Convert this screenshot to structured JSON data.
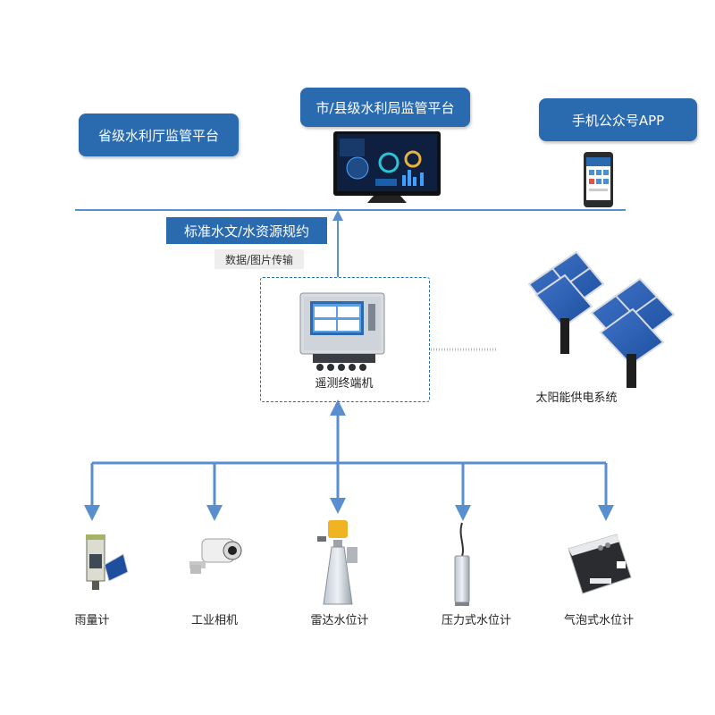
{
  "platforms": {
    "provincial": "省级水利厅监管平台",
    "city": "市/县级水利局监管平台",
    "app": "手机公众号APP"
  },
  "protocol": {
    "main": "标准水文/水资源规约",
    "sub": "数据/图片传输"
  },
  "terminal": {
    "label": "遥测终端机"
  },
  "solar": {
    "label": "太阳能供电系统"
  },
  "sensors": [
    {
      "label": "雨量计"
    },
    {
      "label": "工业相机"
    },
    {
      "label": "雷达水位计"
    },
    {
      "label": "压力式水位计"
    },
    {
      "label": "气泡式水位计"
    }
  ],
  "colors": {
    "accent": "#2a6bb0",
    "line": "#5a8fcf"
  }
}
